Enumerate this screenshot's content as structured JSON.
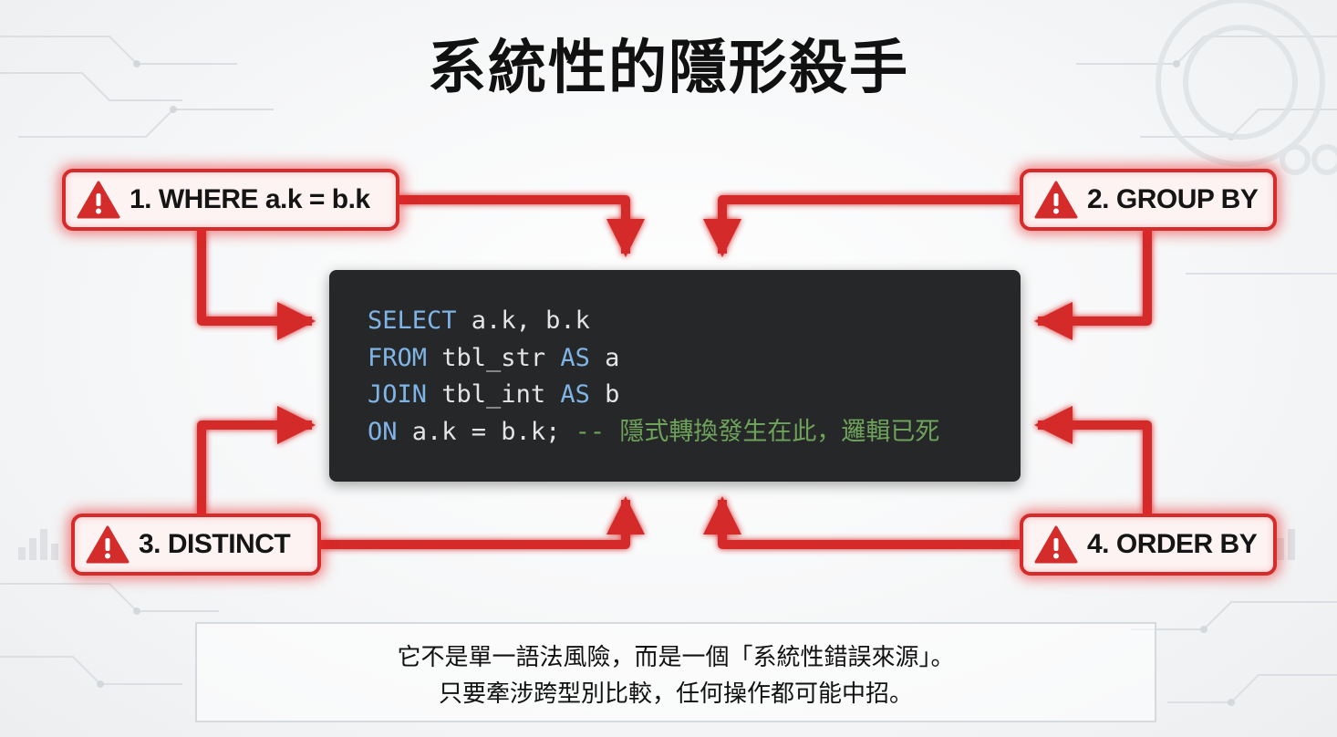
{
  "title": "系統性的隱形殺手",
  "callouts": [
    {
      "label": "1. WHERE a.k = b.k"
    },
    {
      "label": "2. GROUP BY"
    },
    {
      "label": "3. DISTINCT"
    },
    {
      "label": "4. ORDER BY"
    }
  ],
  "code": {
    "line1": {
      "kw": "SELECT",
      "rest": " a.k, b.k"
    },
    "line2": {
      "kw": "FROM",
      "mid": " tbl_str ",
      "kw2": "AS",
      "rest": " a"
    },
    "line3": {
      "kw": "JOIN",
      "mid": " tbl_int ",
      "kw2": "AS",
      "rest": " b"
    },
    "line4": {
      "kw": "ON",
      "rest": " a.k = b.k; ",
      "comment": "-- 隱式轉換發生在此，邏輯已死"
    }
  },
  "note": {
    "line1": "它不是單一語法風險，而是一個「系統性錯誤來源」。",
    "line2": "只要牽涉跨型別比較，任何操作都可能中招。"
  },
  "colors": {
    "alert_red": "#d42b2b",
    "code_background": "#262729",
    "keyword_blue": "#7fb4e6",
    "comment_green": "#6ea35a"
  },
  "icons": {
    "callout": "warning-triangle-icon"
  }
}
